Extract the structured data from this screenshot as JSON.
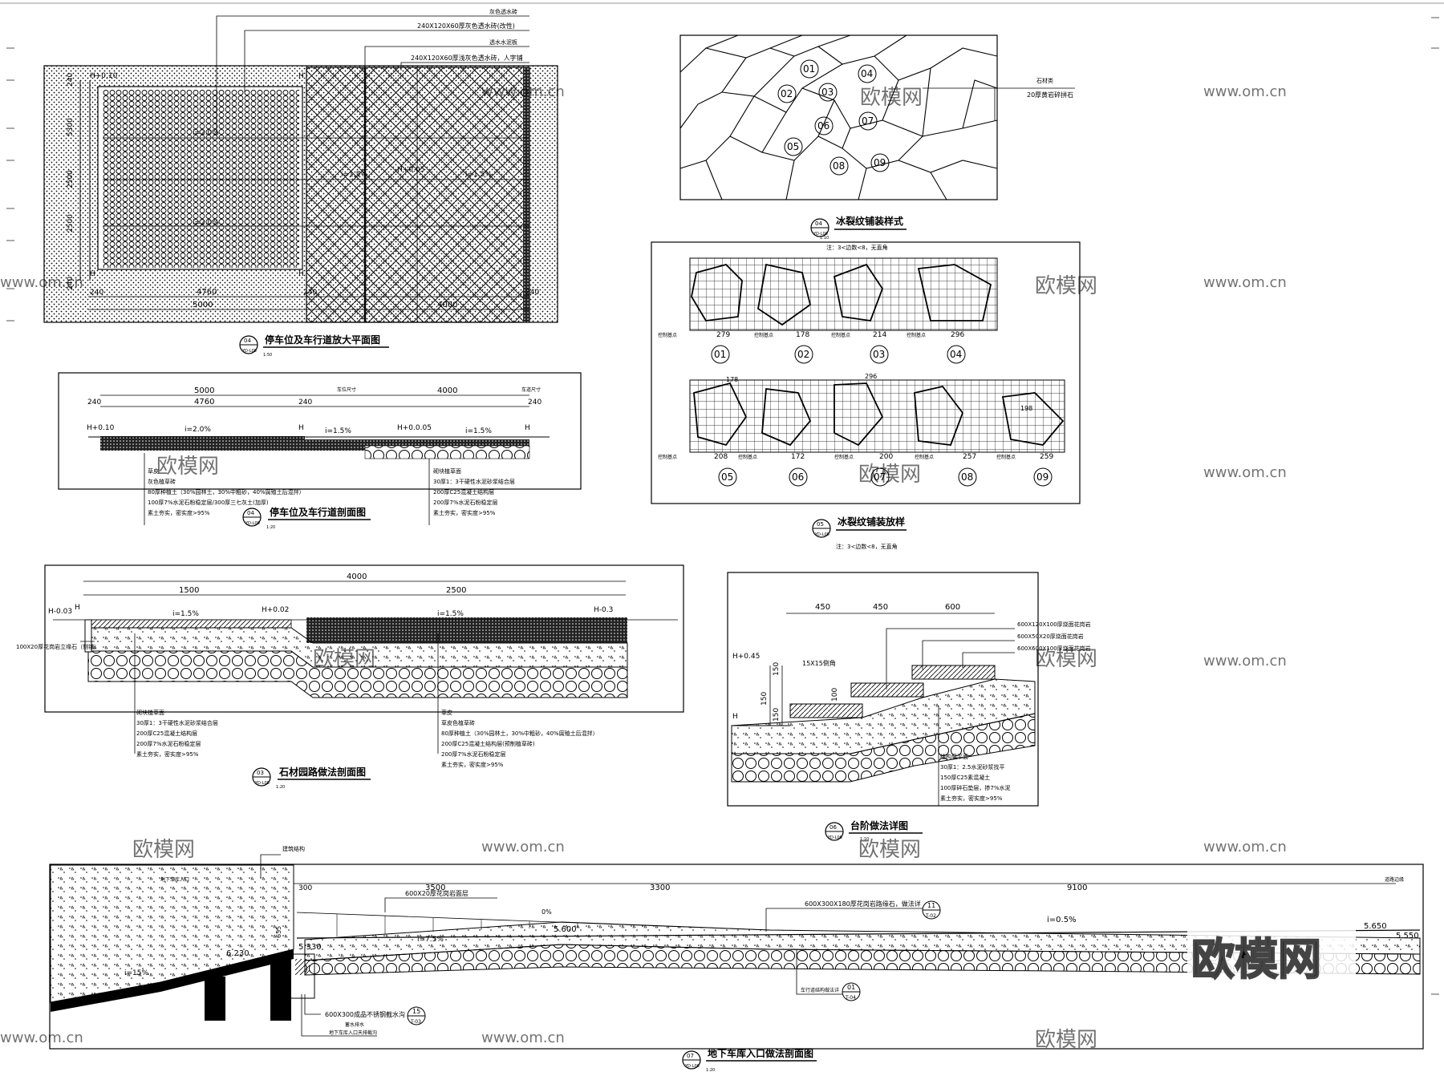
{
  "title_color": "#000000",
  "p1": {
    "title": "停车位及车行道放大平面图",
    "no": "04",
    "sheet": "YD-L06",
    "scale": "1:50",
    "notes": [
      "灰色透水砖",
      "240X120X60厚灰色透水砖(改性)",
      "透水水泥板",
      "240X120X60厚浅灰色透水砖，人字铺"
    ],
    "dims": [
      "4760",
      "5000",
      "240",
      "240",
      "4000",
      "240"
    ],
    "vdims": [
      "5300",
      "2500",
      "2500",
      "240",
      "240"
    ],
    "labels": [
      "H+0.10",
      "H",
      "H",
      "H",
      "i=2.0%",
      "i=2.0%",
      "i=1.5%",
      "H+0.05",
      "i=1.5%"
    ]
  },
  "p2": {
    "title": "冰裂纹铺装样式",
    "no": "04",
    "sheet": "YD-L06",
    "scale": "1:10",
    "nums": [
      "01",
      "02",
      "03",
      "04",
      "05",
      "06",
      "07",
      "08",
      "09"
    ],
    "note1": "石材类",
    "note2": "20厚黄岩碎拼石"
  },
  "p3": {
    "title": "停车位及车行道剖面图",
    "no": "04",
    "sheet": "YD-L06",
    "scale": "1:20",
    "dims": [
      "5000",
      "4000",
      "4760",
      "240",
      "240",
      "240"
    ],
    "tag1": "车位尺寸",
    "tag2": "车道尺寸",
    "labels": [
      "H+0.10",
      "i=2.0%",
      "H",
      "i=1.5%",
      "H+0.0.05",
      "i=1.5%",
      "H"
    ],
    "left_notes": [
      "草皮",
      "灰色植草砖",
      "80厚种植土（30%园林土，30%中粗砂，40%腐殖土后混拌）",
      "100厚7%水泥石粉稳定层/300厚三七灰土(加厚)",
      "素土夯实，密实度>95%"
    ],
    "right_notes": [
      "砌块植草面",
      "30厚1：3干硬性水泥砂浆结合层",
      "200厚C25混凝土结构层",
      "200厚7%水泥石粉稳定层",
      "素土夯实，密实度>95%"
    ]
  },
  "p4": {
    "title": "冰裂纹铺装放样",
    "no": "05",
    "sheet": "YD-L06",
    "scale": "1:10",
    "note": "注：3<边数<8，无直角",
    "row1": [
      "279",
      "178",
      "214",
      "296"
    ],
    "row2": [
      "208",
      "172",
      "200",
      "257",
      "259"
    ],
    "top": [
      "178",
      "296",
      "198"
    ],
    "ctrl": "控制基点",
    "nums": [
      "01",
      "02",
      "03",
      "04",
      "05",
      "06",
      "07",
      "08",
      "09"
    ]
  },
  "p5": {
    "title": "石材园路做法剖面图",
    "no": "03",
    "sheet": "YD-L06",
    "scale": "1:20",
    "dims": [
      "4000",
      "1500",
      "2500"
    ],
    "labels": [
      "H-0.03",
      "H",
      "i=1.5%",
      "H+0.02",
      "i=1.5%",
      "H-0.3"
    ],
    "curb": "100X20厚花岗岩立缘石（侧铺）",
    "left_notes": [
      "砌块植草面",
      "30厚1：3干硬性水泥砂浆结合层",
      "200厚C25混凝土结构层",
      "200厚7%水泥石粉稳定层",
      "素土夯实，密实度>95%"
    ],
    "right_notes": [
      "草皮",
      "草皮色植草砖",
      "80厚种植土（30%园林土，30%中粗砂，40%腐殖土后混拌）",
      "200厚C25混凝土结构层(预制植草砖)",
      "200厚7%水泥石粉稳定层",
      "素土夯实，密实度>95%"
    ]
  },
  "p6": {
    "title": "台阶做法详图",
    "no": "06",
    "sheet": "YD-L06",
    "scale": "1:10",
    "dims": [
      "450",
      "450",
      "600"
    ],
    "vdims": [
      "150",
      "150",
      "100",
      "150"
    ],
    "labels": [
      "H+0.45",
      "H",
      "15X15倒角"
    ],
    "notes_r": [
      "600X120X100厚烧面花岗岩",
      "600X50X20厚烧面花岗岩",
      "600X600X100厚烧面花岗岩"
    ],
    "notes_b": [
      "结构层平面",
      "30厚1：2.5水泥砂浆找平",
      "150厚C25素混凝土",
      "100厚碎石垫层，掺7%水泥",
      "素土夯实，密实度>95%"
    ]
  },
  "p7": {
    "title": "地下车库入口做法剖面图",
    "no": "07",
    "sheet": "YD-L06",
    "scale": "1:20",
    "dims": [
      "300",
      "3500",
      "3300",
      "9100"
    ],
    "top_note": "建筑结构",
    "slab": "地下车库入口",
    "slab_r": "道路边缘",
    "labels": [
      "i=15%",
      "6.230",
      "5.330",
      "655",
      "i=7.5%",
      "5.600",
      "i=0.5%",
      "5.650",
      "5.550",
      "0%"
    ],
    "notes": [
      "600X20厚花岗岩面层",
      "600X300X180厚花岗岩路缘石，做法详",
      "600X300成品不锈钢截水沟",
      "地下车库入口天排截沟",
      "车行道结构做法详"
    ],
    "refs": [
      {
        "n": "11",
        "s": "T-02"
      },
      {
        "n": "01",
        "s": "T-04"
      },
      {
        "n": "15",
        "s": "T-03"
      }
    ],
    "sub": "蓄水排水"
  },
  "wm": {
    "main": "欧模网",
    "url": "www.om.cn",
    "big": "欧模网"
  }
}
